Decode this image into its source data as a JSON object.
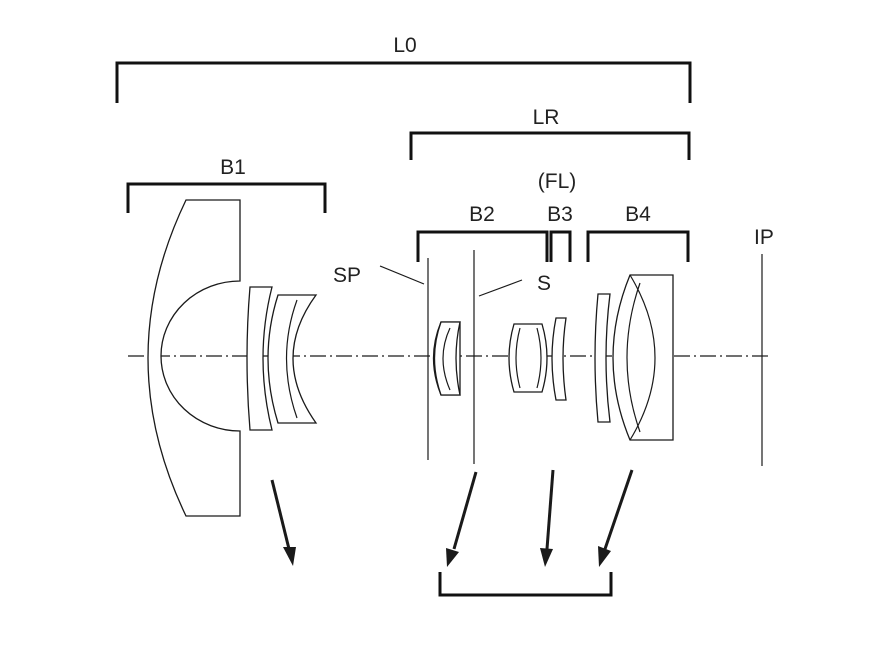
{
  "labels": {
    "overall_length": "L0",
    "rear_length": "LR",
    "first_group": "B1",
    "second_group": "B2",
    "third_group": "B3",
    "fourth_group": "B4",
    "focus_group": "(FL)",
    "aperture": "SP",
    "flare_stop": "S",
    "image_plane": "IP"
  },
  "colors": {
    "ink": "#1a1a1a",
    "background": "#ffffff"
  }
}
